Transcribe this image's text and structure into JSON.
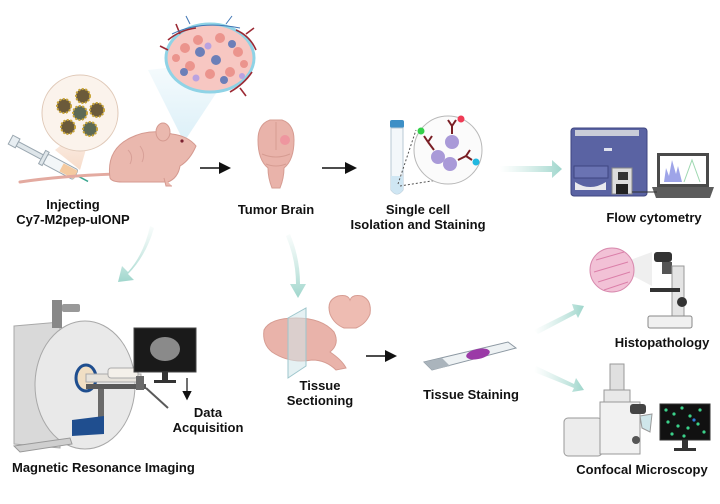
{
  "diagram": {
    "title": "Experimental workflow for Cy7-M2pep-uIONP tumor imaging",
    "colors": {
      "background": "#ffffff",
      "text": "#111111",
      "mouse_skin": "#e8b5ac",
      "brain_tissue": "#e9b3aa",
      "tumor_spot": "#f08a9a",
      "flow_cytometer_body": "#5a63a3",
      "mri_blue": "#1f4e8f",
      "process_arrow": "#bfe3dc",
      "black_arrow": "#111111",
      "stain_purple": "#9b3aa7",
      "confocal_green": "#3bd18a",
      "histo_pink": "#e88fb4"
    },
    "steps": {
      "injecting": {
        "line1": "Injecting",
        "line2": "Cy7-M2pep-uIONP"
      },
      "tumor_brain": {
        "label": "Tumor Brain"
      },
      "single_cell": {
        "line1": "Single cell",
        "line2": "Isolation and Staining"
      },
      "flow_cytometry": {
        "label": "Flow cytometry"
      },
      "mri": {
        "label": "Magnetic Resonance Imaging"
      },
      "data_acquisition": {
        "line1": "Data",
        "line2": "Acquisition"
      },
      "tissue_sectioning": {
        "line1": "Tissue",
        "line2": "Sectioning"
      },
      "tissue_staining": {
        "label": "Tissue Staining"
      },
      "histopathology": {
        "label": "Histopathology"
      },
      "confocal": {
        "label": "Confocal Microscopy"
      }
    },
    "flow": [
      {
        "from": "injecting",
        "to": "tumor_brain",
        "style": "black-arrow"
      },
      {
        "from": "tumor_brain",
        "to": "single_cell",
        "style": "black-arrow"
      },
      {
        "from": "single_cell",
        "to": "flow_cytometry",
        "style": "teal-arrow"
      },
      {
        "from": "injecting",
        "to": "mri",
        "style": "teal-arrow"
      },
      {
        "from": "mri",
        "to": "data_acquisition",
        "style": "black-arrow"
      },
      {
        "from": "tumor_brain",
        "to": "tissue_sectioning",
        "style": "teal-arrow"
      },
      {
        "from": "tissue_sectioning",
        "to": "tissue_staining",
        "style": "black-arrow"
      },
      {
        "from": "tissue_staining",
        "to": "histopathology",
        "style": "teal-arrow"
      },
      {
        "from": "tissue_staining",
        "to": "confocal",
        "style": "teal-arrow"
      }
    ]
  }
}
